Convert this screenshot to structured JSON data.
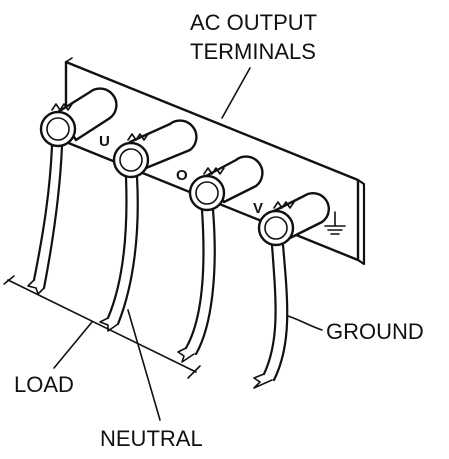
{
  "labels": {
    "title_line1": "AC OUTPUT",
    "title_line2": "TERMINALS",
    "load": "LOAD",
    "neutral": "NEUTRAL",
    "ground": "GROUND"
  },
  "terminal_marks": {
    "u": "U",
    "o": "O",
    "v": "V"
  },
  "icons": [
    "ground-symbol-icon",
    "wire-twist-icon"
  ]
}
